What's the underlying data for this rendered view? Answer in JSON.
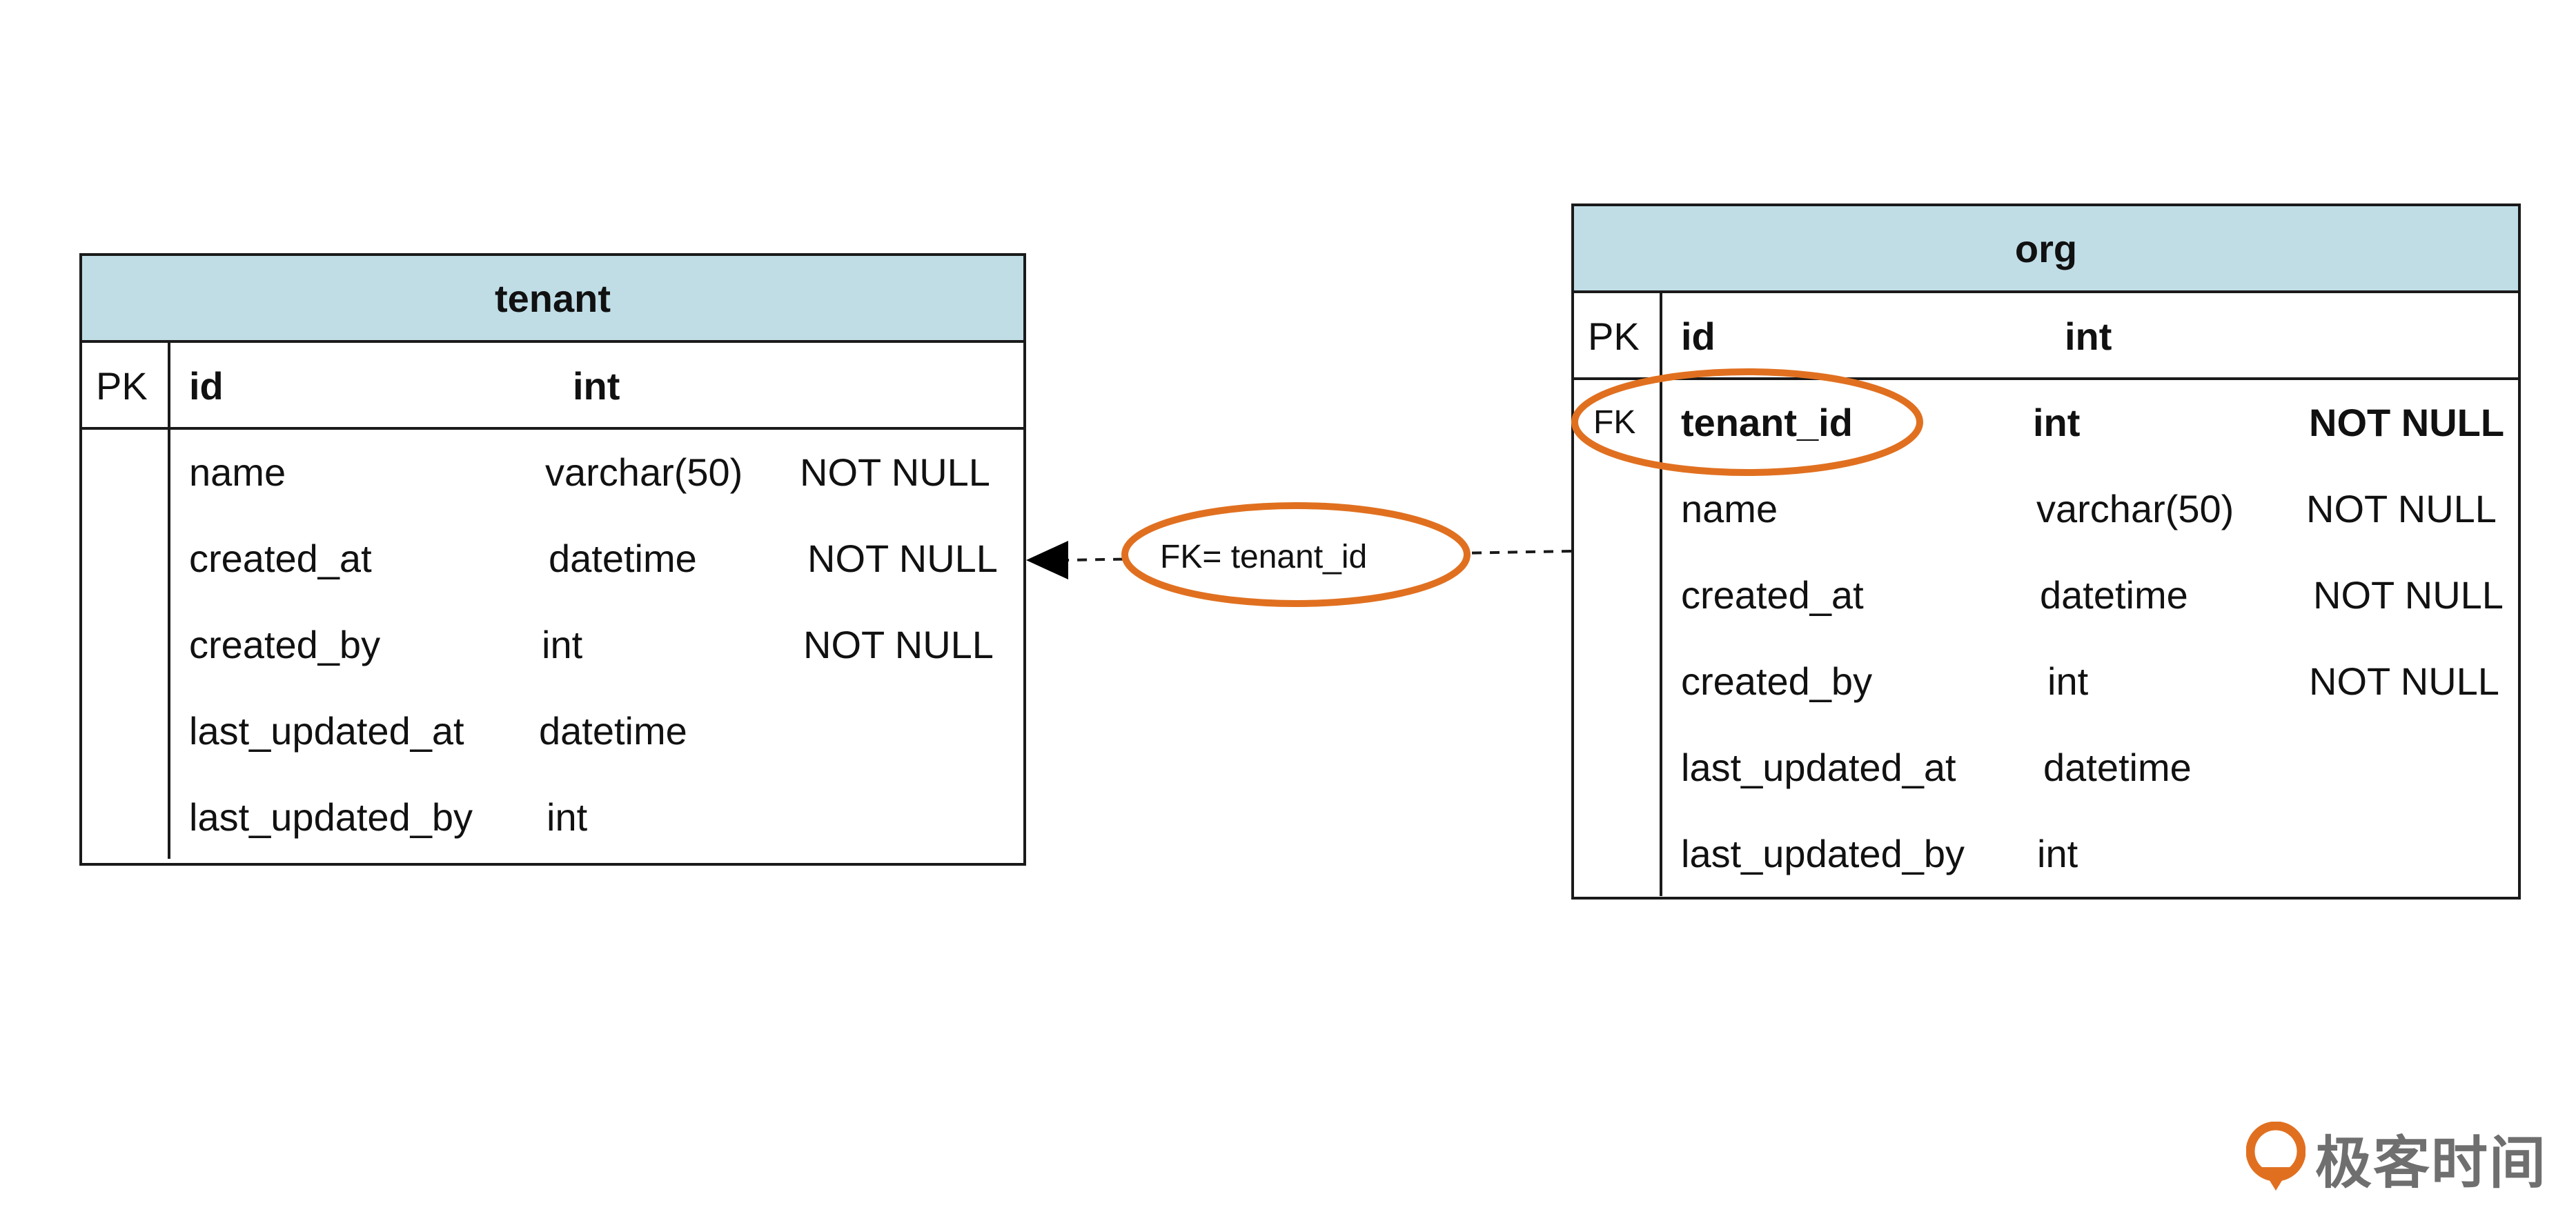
{
  "tables": {
    "tenant": {
      "title": "tenant",
      "pk_label": "PK",
      "pk_name": "id",
      "pk_type": "int",
      "columns": [
        {
          "name": "name",
          "type": "varchar(50)",
          "constraint": "NOT NULL"
        },
        {
          "name": "created_at",
          "type": "datetime",
          "constraint": "NOT NULL"
        },
        {
          "name": "created_by",
          "type": "int",
          "constraint": "NOT NULL"
        },
        {
          "name": "last_updated_at",
          "type": "datetime",
          "constraint": ""
        },
        {
          "name": "last_updated_by",
          "type": "int",
          "constraint": ""
        }
      ]
    },
    "org": {
      "title": "org",
      "pk_label": "PK",
      "pk_name": "id",
      "pk_type": "int",
      "fk_label": "FK",
      "fk_name": "tenant_id",
      "fk_type": "int",
      "fk_constraint": "NOT NULL",
      "columns": [
        {
          "name": "name",
          "type": "varchar(50)",
          "constraint": "NOT NULL"
        },
        {
          "name": "created_at",
          "type": "datetime",
          "constraint": "NOT NULL"
        },
        {
          "name": "created_by",
          "type": "int",
          "constraint": "NOT NULL"
        },
        {
          "name": "last_updated_at",
          "type": "datetime",
          "constraint": ""
        },
        {
          "name": "last_updated_by",
          "type": "int",
          "constraint": ""
        }
      ]
    }
  },
  "relationship": {
    "label": "FK= tenant_id"
  },
  "highlight_color": "#e07020",
  "header_color": "#c0dde6",
  "logo": {
    "text": "极客时间",
    "icon": "geektime-logo-icon",
    "color": "#e07020"
  }
}
